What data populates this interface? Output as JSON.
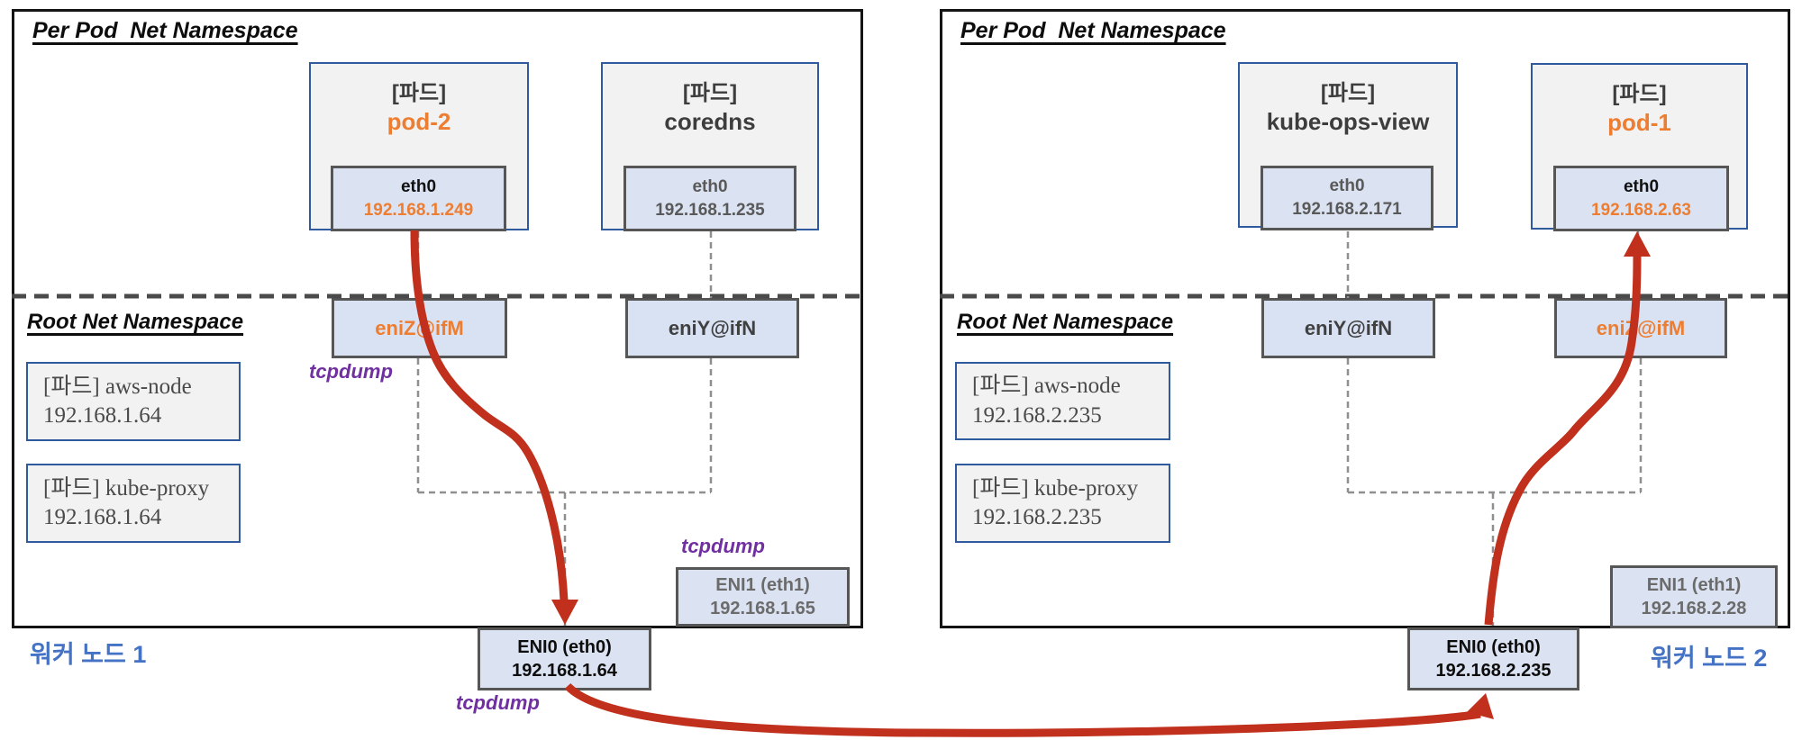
{
  "labels": {
    "tcpdump": "tcpdump"
  },
  "colors": {
    "accent_orange": "#ed7d31",
    "arrow_red": "#c0301c",
    "tcpdump_purple": "#7030a0",
    "worker_label_blue": "#4472c4",
    "chip_blue_fill": "#dbe3f2",
    "pod_gray_fill": "#f2f2f2",
    "pod_border_blue": "#2f5b9e",
    "chip_border_gray": "#565656"
  },
  "nodes": [
    {
      "node_label": "워커 노드 1",
      "per_pod_title": "Per Pod  Net Namespace",
      "root_title": "Root Net Namespace",
      "pods": [
        {
          "tag": "[파드]",
          "name": "pod-2",
          "iface": "eth0",
          "ip": "192.168.1.249"
        },
        {
          "tag": "[파드]",
          "name": "coredns",
          "iface": "eth0",
          "ip": "192.168.1.235"
        }
      ],
      "daemons": [
        {
          "line1": "[파드] aws-node",
          "line2": "192.168.1.64"
        },
        {
          "line1": "[파드] kube-proxy",
          "line2": "192.168.1.64"
        }
      ],
      "enis": [
        {
          "label": "eniZ@ifM"
        },
        {
          "label": "eniY@ifN"
        }
      ],
      "eni1": {
        "label": "ENI1 (eth1)",
        "ip": "192.168.1.65"
      },
      "eni0": {
        "label": "ENI0 (eth0)",
        "ip": "192.168.1.64"
      }
    },
    {
      "node_label": "워커 노드 2",
      "per_pod_title": "Per Pod  Net Namespace",
      "root_title": "Root Net Namespace",
      "pods": [
        {
          "tag": "[파드]",
          "name": "kube-ops-view",
          "iface": "eth0",
          "ip": "192.168.2.171"
        },
        {
          "tag": "[파드]",
          "name": "pod-1",
          "iface": "eth0",
          "ip": "192.168.2.63"
        }
      ],
      "daemons": [
        {
          "line1": "[파드] aws-node",
          "line2": "192.168.2.235"
        },
        {
          "line1": "[파드] kube-proxy",
          "line2": "192.168.2.235"
        }
      ],
      "enis": [
        {
          "label": "eniY@ifN"
        },
        {
          "label": "eniZ@ifM"
        }
      ],
      "eni1": {
        "label": "ENI1 (eth1)",
        "ip": "192.168.2.28"
      },
      "eni0": {
        "label": "ENI0 (eth0)",
        "ip": "192.168.2.235"
      }
    }
  ]
}
